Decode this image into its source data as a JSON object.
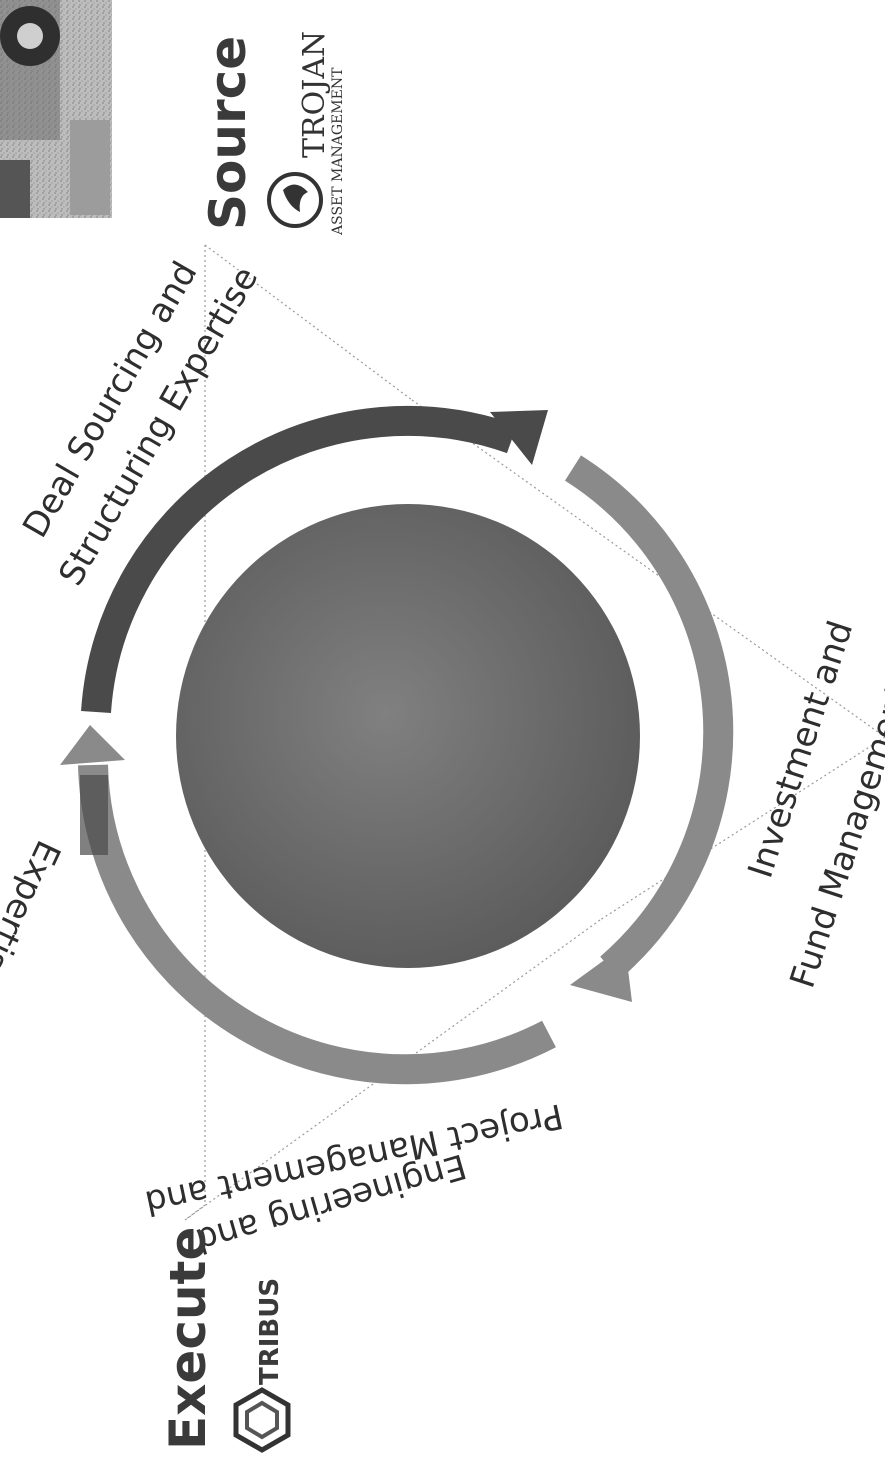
{
  "nodes": {
    "source": {
      "label": "Source",
      "logo_line1": "TROJAN",
      "logo_line2": "ASSET MANAGEMENT"
    },
    "execute": {
      "label": "Execute",
      "logo_name": "TRIBUS"
    }
  },
  "arc_labels": {
    "deal_line1": "Deal Sourcing and",
    "deal_line2": "Structuring Expertise",
    "investment_line1": "Investment and",
    "investment_line2": "Fund Management Expertise",
    "project_line1": "Engineering and",
    "project_line2": "Project Management and",
    "project_line3": "Expertise"
  },
  "colors": {
    "circle": "#6e6e6e",
    "arc_dark": "#4a4a4a",
    "arc_medium": "#8a8a8a",
    "line": "#9a9a9a"
  }
}
